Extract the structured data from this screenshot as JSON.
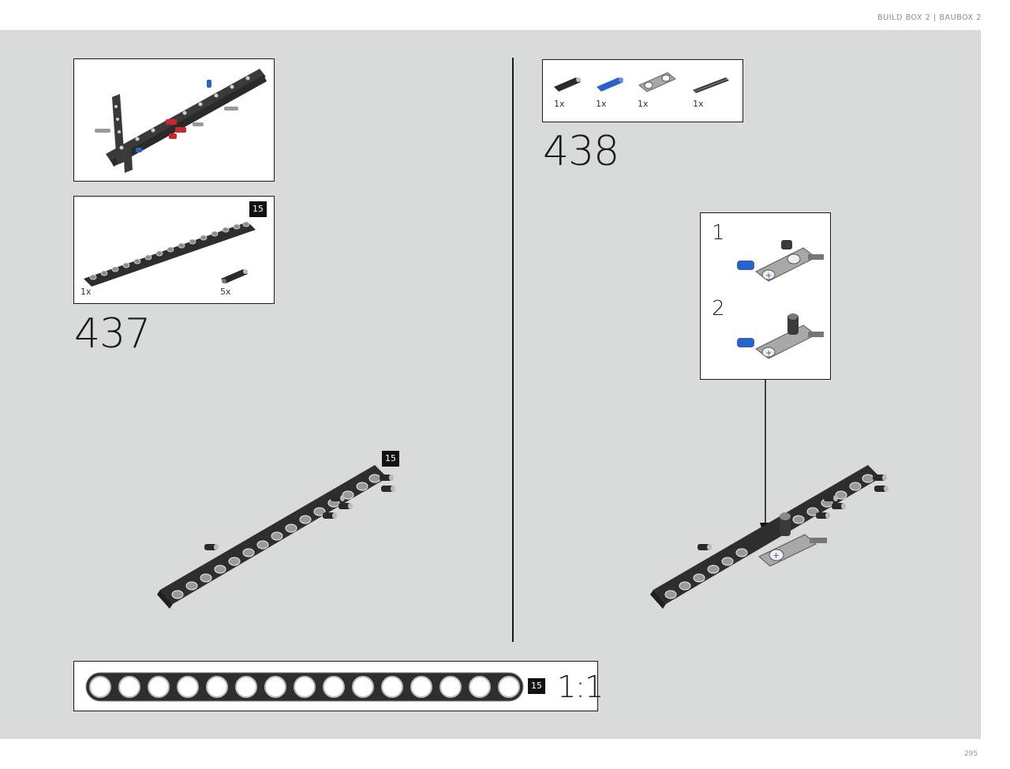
{
  "header": {
    "text": "BUILD BOX 2 | BAUBOX 2"
  },
  "page": {
    "number": "295"
  },
  "colors": {
    "background": "#d9dbda",
    "beam": "#3a3a3a",
    "pin_blue": "#2a63c4",
    "pin_red": "#c8282d"
  },
  "left": {
    "step": "437",
    "parts": [
      {
        "qty": "1x",
        "icon": "beam-15-icon"
      },
      {
        "qty": "5x",
        "icon": "black-pin-icon"
      }
    ],
    "parts_badge": "15",
    "model_badge": "15"
  },
  "right": {
    "step": "438",
    "parts": [
      {
        "qty": "1x",
        "icon": "black-pin-icon"
      },
      {
        "qty": "1x",
        "icon": "blue-pin-icon"
      },
      {
        "qty": "1x",
        "icon": "connector-block-icon"
      },
      {
        "qty": "1x",
        "icon": "axle-icon"
      }
    ],
    "substeps": [
      "1",
      "2"
    ]
  },
  "scale": {
    "badge": "15",
    "label": "1:1",
    "holes": 15
  }
}
